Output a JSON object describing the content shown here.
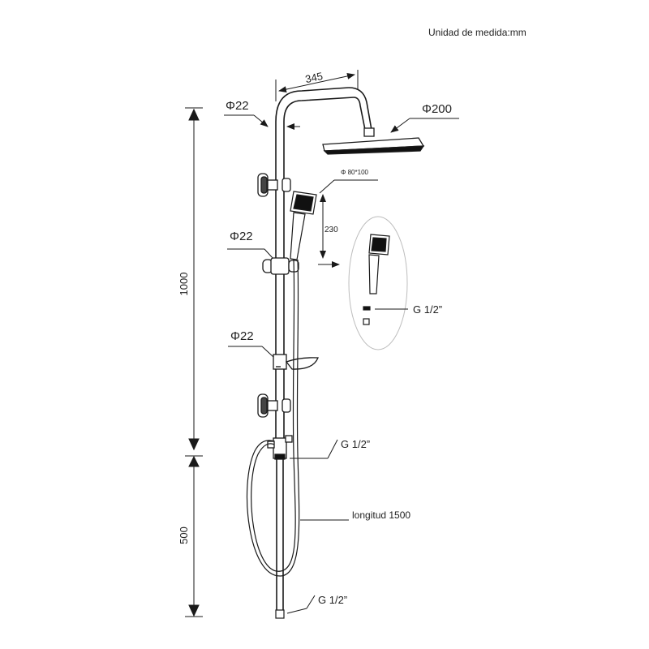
{
  "units_note": "Unidad de medida:mm",
  "labels": {
    "arm_length": "345",
    "pipe_diameter_top": "Φ22",
    "head_diameter": "Φ200",
    "hand_shower_size": "Φ 80*100",
    "slide_travel": "230",
    "pipe_diameter_mid": "Φ22",
    "pipe_diameter_low": "Φ22",
    "thread_detail": "G 1/2”",
    "thread_diverter": "G 1/2”",
    "hose_length": "longitud 1500",
    "thread_bottom": "G 1/2”",
    "upper_height": "1000",
    "lower_height": "500"
  },
  "colors": {
    "line": "#1a1a1a",
    "fill_dark": "#111111",
    "detail_circle": "#bdbdbd"
  }
}
